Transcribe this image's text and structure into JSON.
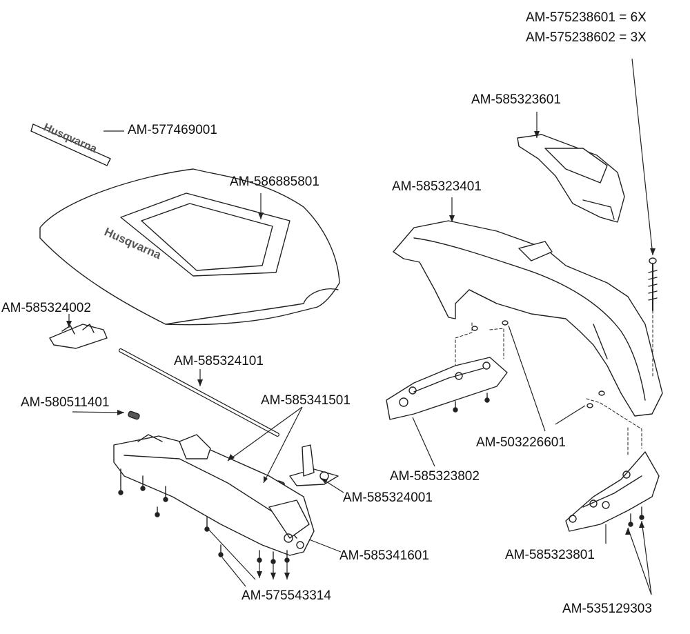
{
  "callouts": {
    "screw_qty_6x": "AM-575238601 = 6X",
    "screw_qty_3x": "AM-575238602 = 3X",
    "hood_decal": "AM-577469001",
    "hood_cover": "AM-586885801",
    "cover_bracket": "AM-585323601",
    "front_bumper": "AM-585323401",
    "hinge_clip": "AM-585324002",
    "rod": "AM-585324101",
    "pin": "AM-580511401",
    "hinge_pin": "AM-585341501",
    "hinge_lever": "AM-585324001",
    "frame": "AM-585341601",
    "frame_screw": "AM-575543314",
    "left_skid": "AM-585323802",
    "nut": "AM-503226601",
    "right_skid": "AM-585323801",
    "skid_screw": "AM-535129303"
  },
  "decal_text": "Husqvarna",
  "colors": {
    "line": "#222222",
    "fill": "#ffffff",
    "shade": "#d8d8d8"
  }
}
